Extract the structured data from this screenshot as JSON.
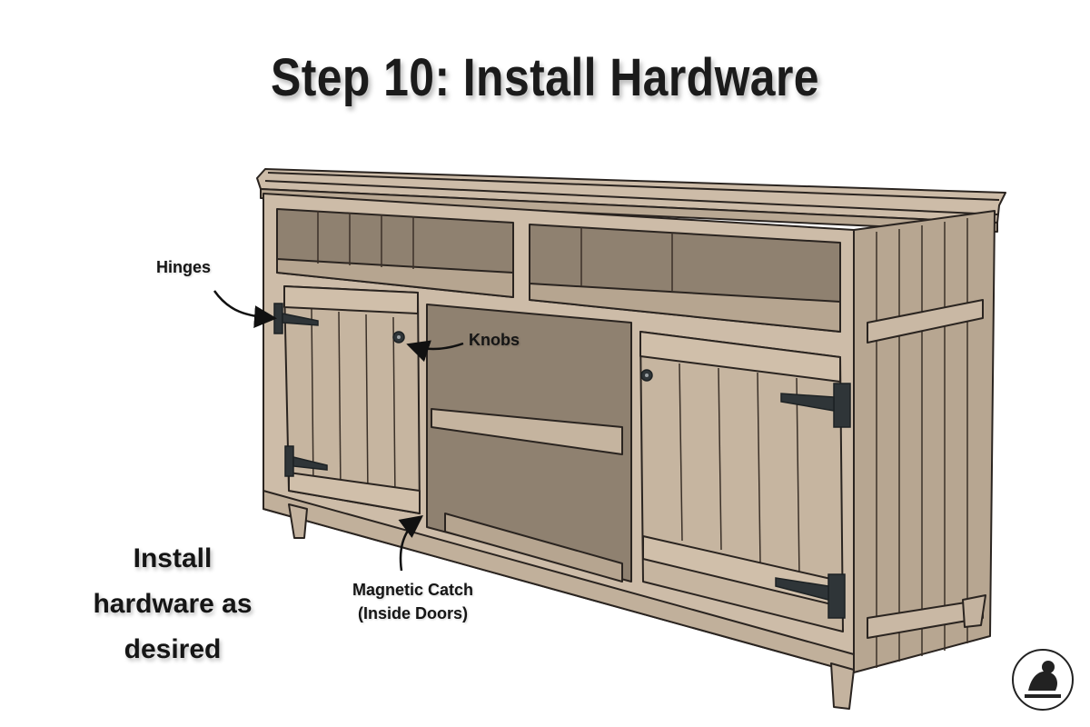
{
  "title": "Step 10: Install Hardware",
  "labels": {
    "hinges": "Hinges",
    "knobs": "Knobs",
    "magnetic_catch_line1": "Magnetic Catch",
    "magnetic_catch_line2": "(Inside Doors)"
  },
  "instruction": {
    "line1": "Install",
    "line2": "hardware as",
    "line3": "desired"
  },
  "colors": {
    "wood": "#cbbba8",
    "wood_dark": "#a99987",
    "interior": "#b8a894",
    "shadow": "#8d7f70",
    "hardware": "#2f3538",
    "outline": "#2a2420"
  }
}
